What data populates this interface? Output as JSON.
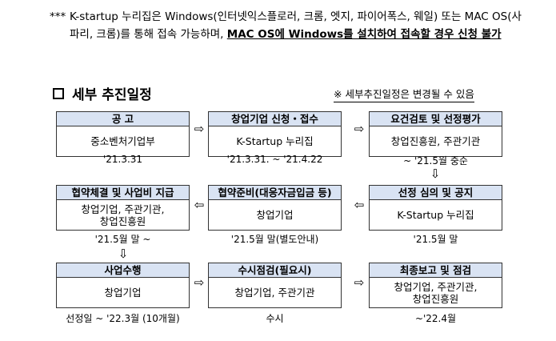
{
  "note": {
    "prefix": "***",
    "text_plain": "K-startup 누리집은 Windows(인터넷익스플로러, 크롬, 엣지, 파이어폭스, 웨일) 또는 MAC OS(사파리, 크롬)를 통해 접속 가능하며, ",
    "text_emphasis": "MAC OS에 Windows를 설치하여 접속할 경우 신청 불가"
  },
  "section": {
    "title": "세부 추진일정",
    "remark": "※ 세부추진일정은 변경될 수 있음"
  },
  "steps": [
    {
      "title": "공 고",
      "body": "중소벤처기업부",
      "date": "'21.3.31"
    },
    {
      "title": "창업기업 신청・접수",
      "body": "K-Startup 누리집",
      "date": "'21.3.31.  ~  '21.4.22"
    },
    {
      "title": "요건검토 및 선정평가",
      "body": "창업진흥원, 주관기관",
      "date": "~ '21.5월 중순"
    },
    {
      "title": "선정 심의 및 공지",
      "body": "K-Startup 누리집",
      "date": "'21.5월 말"
    },
    {
      "title": "협약준비(대응자금입금 등)",
      "body": "창업기업",
      "date": "'21.5월 말(별도안내)"
    },
    {
      "title": "협약체결 및 사업비 지급",
      "body": "창업기업, 주관기관,\n창업진흥원",
      "date": "'21.5월 말 ~"
    },
    {
      "title": "사업수행",
      "body": "창업기업",
      "date": "선정일 ~ '22.3월 (10개월)"
    },
    {
      "title": "수시점검(필요시)",
      "body": "창업기업, 주관기관",
      "date": "수시"
    },
    {
      "title": "최종보고 및 점검",
      "body": "창업기업, 주관기관,\n창업진흥원",
      "date": "~'22.4월"
    }
  ],
  "arrows": {
    "right": "⇨",
    "left": "⇦",
    "down": "⇩"
  }
}
